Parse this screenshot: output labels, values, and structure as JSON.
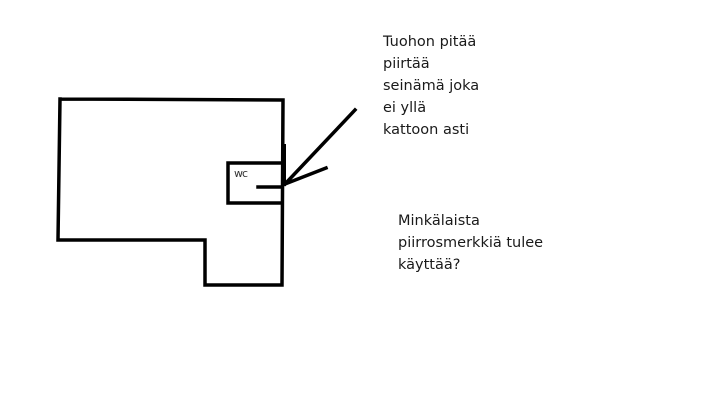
{
  "canvas": {
    "background": "#ffffff",
    "stroke_color": "#000000"
  },
  "floorplan": {
    "room_label": "wc"
  },
  "annotations": {
    "note1": "Tuohon pitää\npiirtää\nseinämä joka\nei yllä\nkattoon asti",
    "note2": "Minkälaista\npiirrosmerkkiä tulee\nkäyttää?"
  }
}
